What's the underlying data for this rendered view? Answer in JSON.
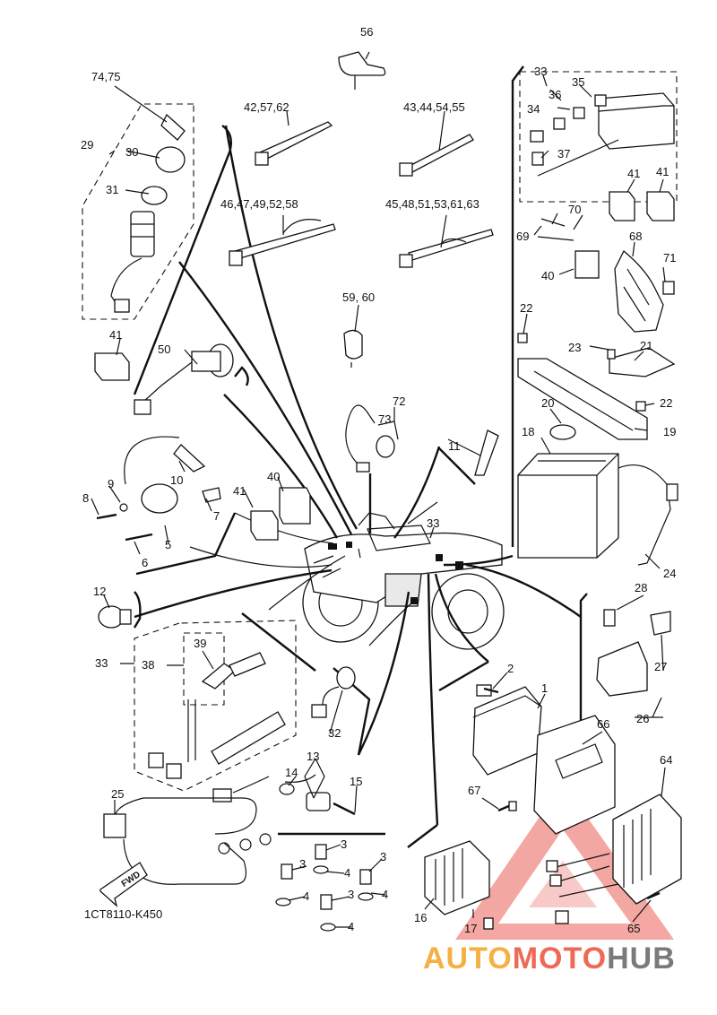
{
  "diagram": {
    "drawing_code": "1CT8110-K450",
    "direction_label": "FWD",
    "callouts": {
      "c1": "1",
      "c2": "2",
      "c3": "3",
      "c4": "4",
      "c5": "5",
      "c6": "6",
      "c7": "7",
      "c8": "8",
      "c9": "9",
      "c10": "10",
      "c11": "11",
      "c12": "12",
      "c13": "13",
      "c14": "14",
      "c15": "15",
      "c16": "16",
      "c17": "17",
      "c18": "18",
      "c19": "19",
      "c20": "20",
      "c21": "21",
      "c22": "22",
      "c23": "23",
      "c24": "24",
      "c25": "25",
      "c26": "26",
      "c27": "27",
      "c28": "28",
      "c29": "29",
      "c30": "30",
      "c31": "31",
      "c32": "32",
      "c33": "33",
      "c34": "34",
      "c35": "35",
      "c36": "36",
      "c37": "37",
      "c38": "38",
      "c39": "39",
      "c40": "40",
      "c41": "41",
      "c50": "50",
      "c56": "56",
      "c64": "64",
      "c65": "65",
      "c66": "66",
      "c67": "67",
      "c68": "68",
      "c69": "69",
      "c70": "70",
      "c71": "71",
      "c72": "72",
      "c73": "73",
      "c42_57_62": "42,57,62",
      "c43_44_54_55": "43,44,54,55",
      "c46_47_49_52_58": "46,47,49,52,58",
      "c45_48_51_53_61_63": "45,48,51,53,61,63",
      "c59_60": "59, 60",
      "c74_75": "74,75"
    }
  },
  "watermark": {
    "part1": "AUTO",
    "part2": "MOTO",
    "part3": "HUB",
    "colors": {
      "auto": "#f5b043",
      "moto": "#ee6a57",
      "hub": "#7a7a7a",
      "triangle": "#f08a84"
    }
  }
}
